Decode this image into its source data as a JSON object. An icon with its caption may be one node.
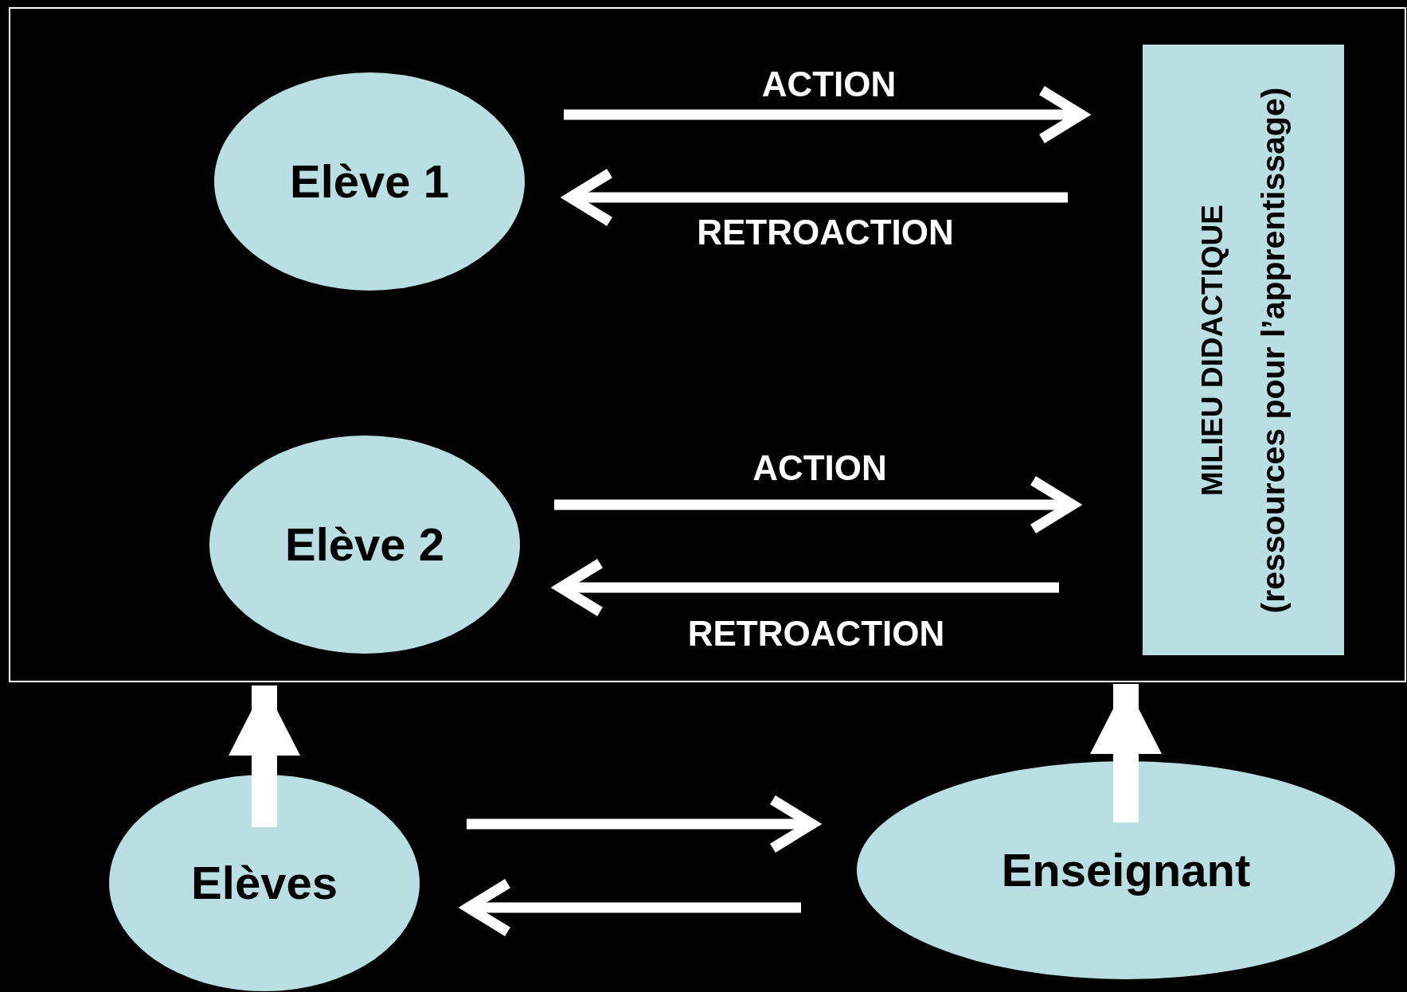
{
  "diagram": {
    "nodes": [
      {
        "text": [],
        "shape": "box"
      },
      {
        "text": [
          "Elève 1"
        ],
        "in": 0
      },
      {
        "text": [
          "Elève 2"
        ],
        "in": 0
      },
      {
        "text": [
          "MILIEU DIDACTIQUE",
          "(ressources pour l’apprentissage)"
        ],
        "in": 0
      },
      {
        "text": [
          "Elèves"
        ]
      },
      {
        "text": [
          "Enseignant"
        ]
      }
    ],
    "edges": [
      {
        "from": 1,
        "to": 3,
        "arrow": "to",
        "label": "ACTION"
      },
      {
        "from": 3,
        "to": 1,
        "arrow": "to",
        "label": "RETROACTION"
      },
      {
        "from": 2,
        "to": 3,
        "arrow": "to",
        "label": "ACTION"
      },
      {
        "from": 3,
        "to": 2,
        "arrow": "to",
        "label": "RETROACTION"
      },
      {
        "from": 4,
        "to": 5,
        "arrow": "to"
      },
      {
        "from": 5,
        "to": 4,
        "arrow": "to"
      },
      {
        "from": 4,
        "to": 0,
        "arrow": "to",
        "style": "thick"
      },
      {
        "from": 5,
        "to": 0,
        "arrow": "to",
        "style": "thick"
      }
    ]
  }
}
